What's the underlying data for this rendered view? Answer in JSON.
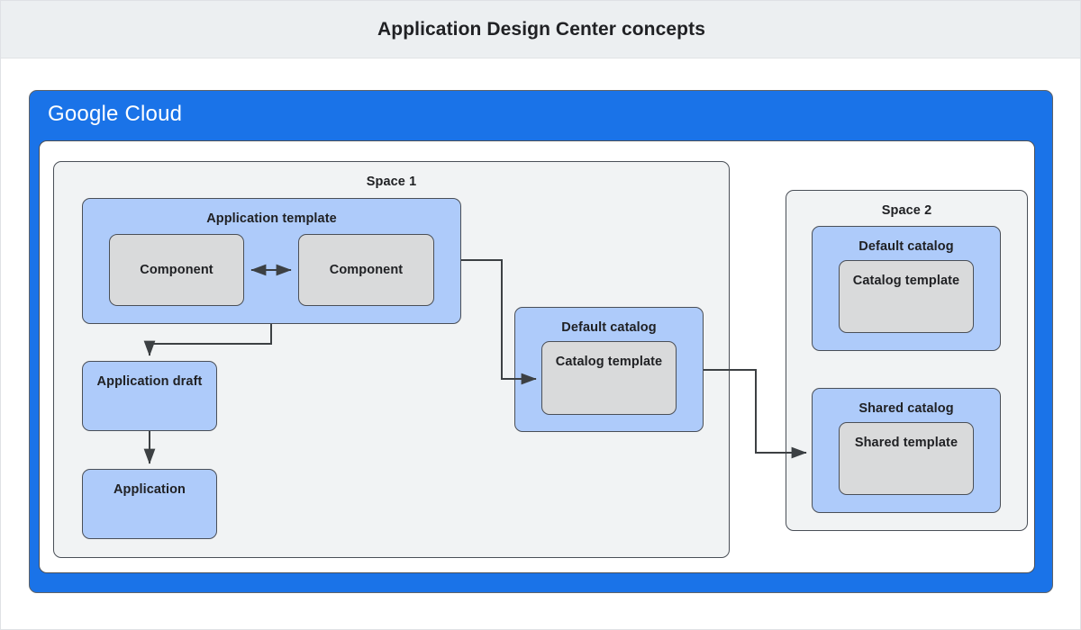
{
  "header": {
    "title": "Application Design Center concepts"
  },
  "cloud": {
    "logo_primary": "Google",
    "logo_secondary": "Cloud",
    "brand_color": "#1a73e8"
  },
  "colors": {
    "blue_fill": "#aecbfa",
    "gray_fill": "#d9dadb",
    "panel_fill": "#f1f3f4",
    "border": "#4a4f57",
    "header_bg": "#eceff1",
    "text": "#202124"
  },
  "space1": {
    "label": "Space 1",
    "application_template": {
      "label": "Application template",
      "components": [
        {
          "label": "Component"
        },
        {
          "label": "Component"
        }
      ]
    },
    "application_draft": {
      "label": "Application draft"
    },
    "application": {
      "label": "Application"
    },
    "default_catalog": {
      "label": "Default catalog",
      "template": {
        "label": "Catalog template"
      }
    }
  },
  "space2": {
    "label": "Space 2",
    "default_catalog": {
      "label": "Default catalog",
      "template": {
        "label": "Catalog template"
      }
    },
    "shared_catalog": {
      "label": "Shared catalog",
      "template": {
        "label": "Shared template"
      }
    }
  },
  "connectors": [
    {
      "name": "component-to-component",
      "type": "bidirectional"
    },
    {
      "name": "application-template-to-application-draft",
      "type": "directed"
    },
    {
      "name": "application-draft-to-application",
      "type": "directed"
    },
    {
      "name": "application-template-to-default-catalog",
      "type": "directed"
    },
    {
      "name": "default-catalog-to-shared-catalog",
      "type": "directed"
    }
  ]
}
